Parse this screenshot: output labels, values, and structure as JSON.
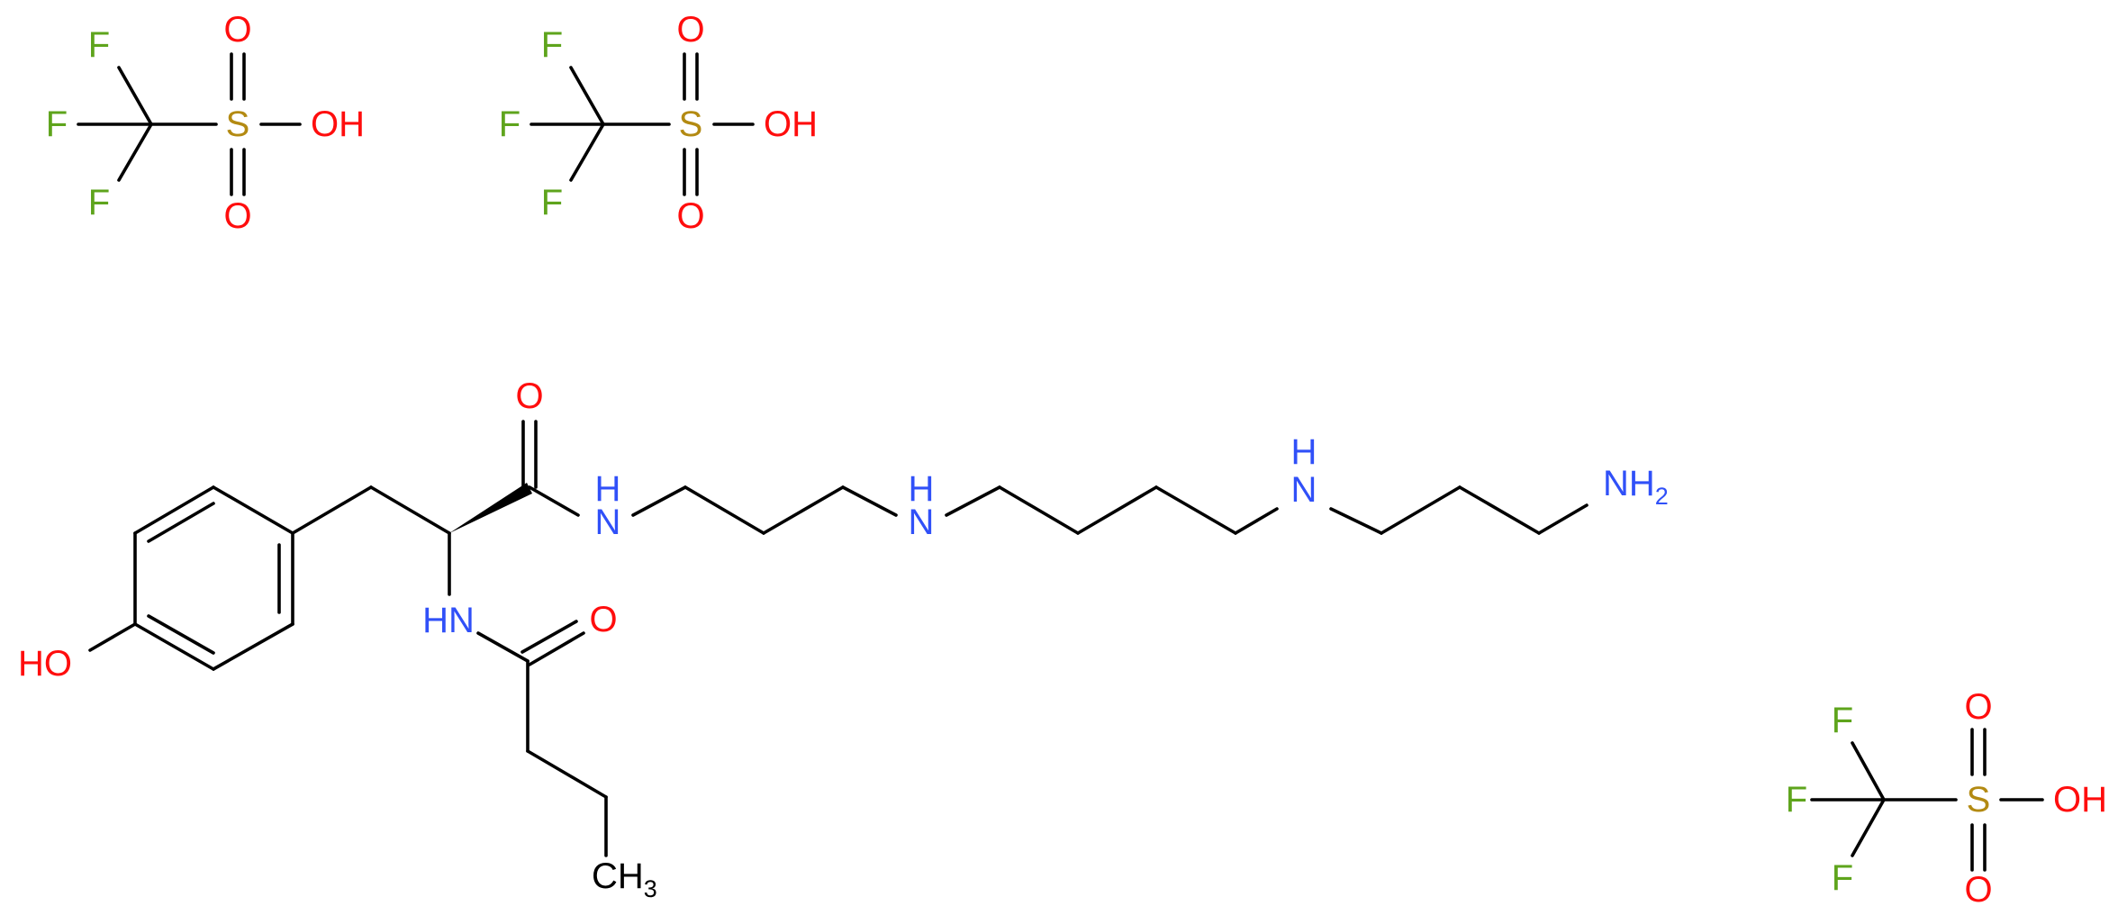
{
  "colors": {
    "bond": "#000000",
    "O": "#ff0d0d",
    "N": "#3050f8",
    "F": "#5ea41c",
    "S": "#b38a12",
    "background": "#ffffff"
  },
  "labels": {
    "F": "F",
    "S": "S",
    "O": "O",
    "OH": "OH",
    "HO": "HO",
    "H": "H",
    "N": "N",
    "NH": "NH",
    "HN": "HN",
    "NH2": "NH",
    "NH2_sub": "2",
    "CH3": "CH",
    "CH3_sub": "3"
  }
}
